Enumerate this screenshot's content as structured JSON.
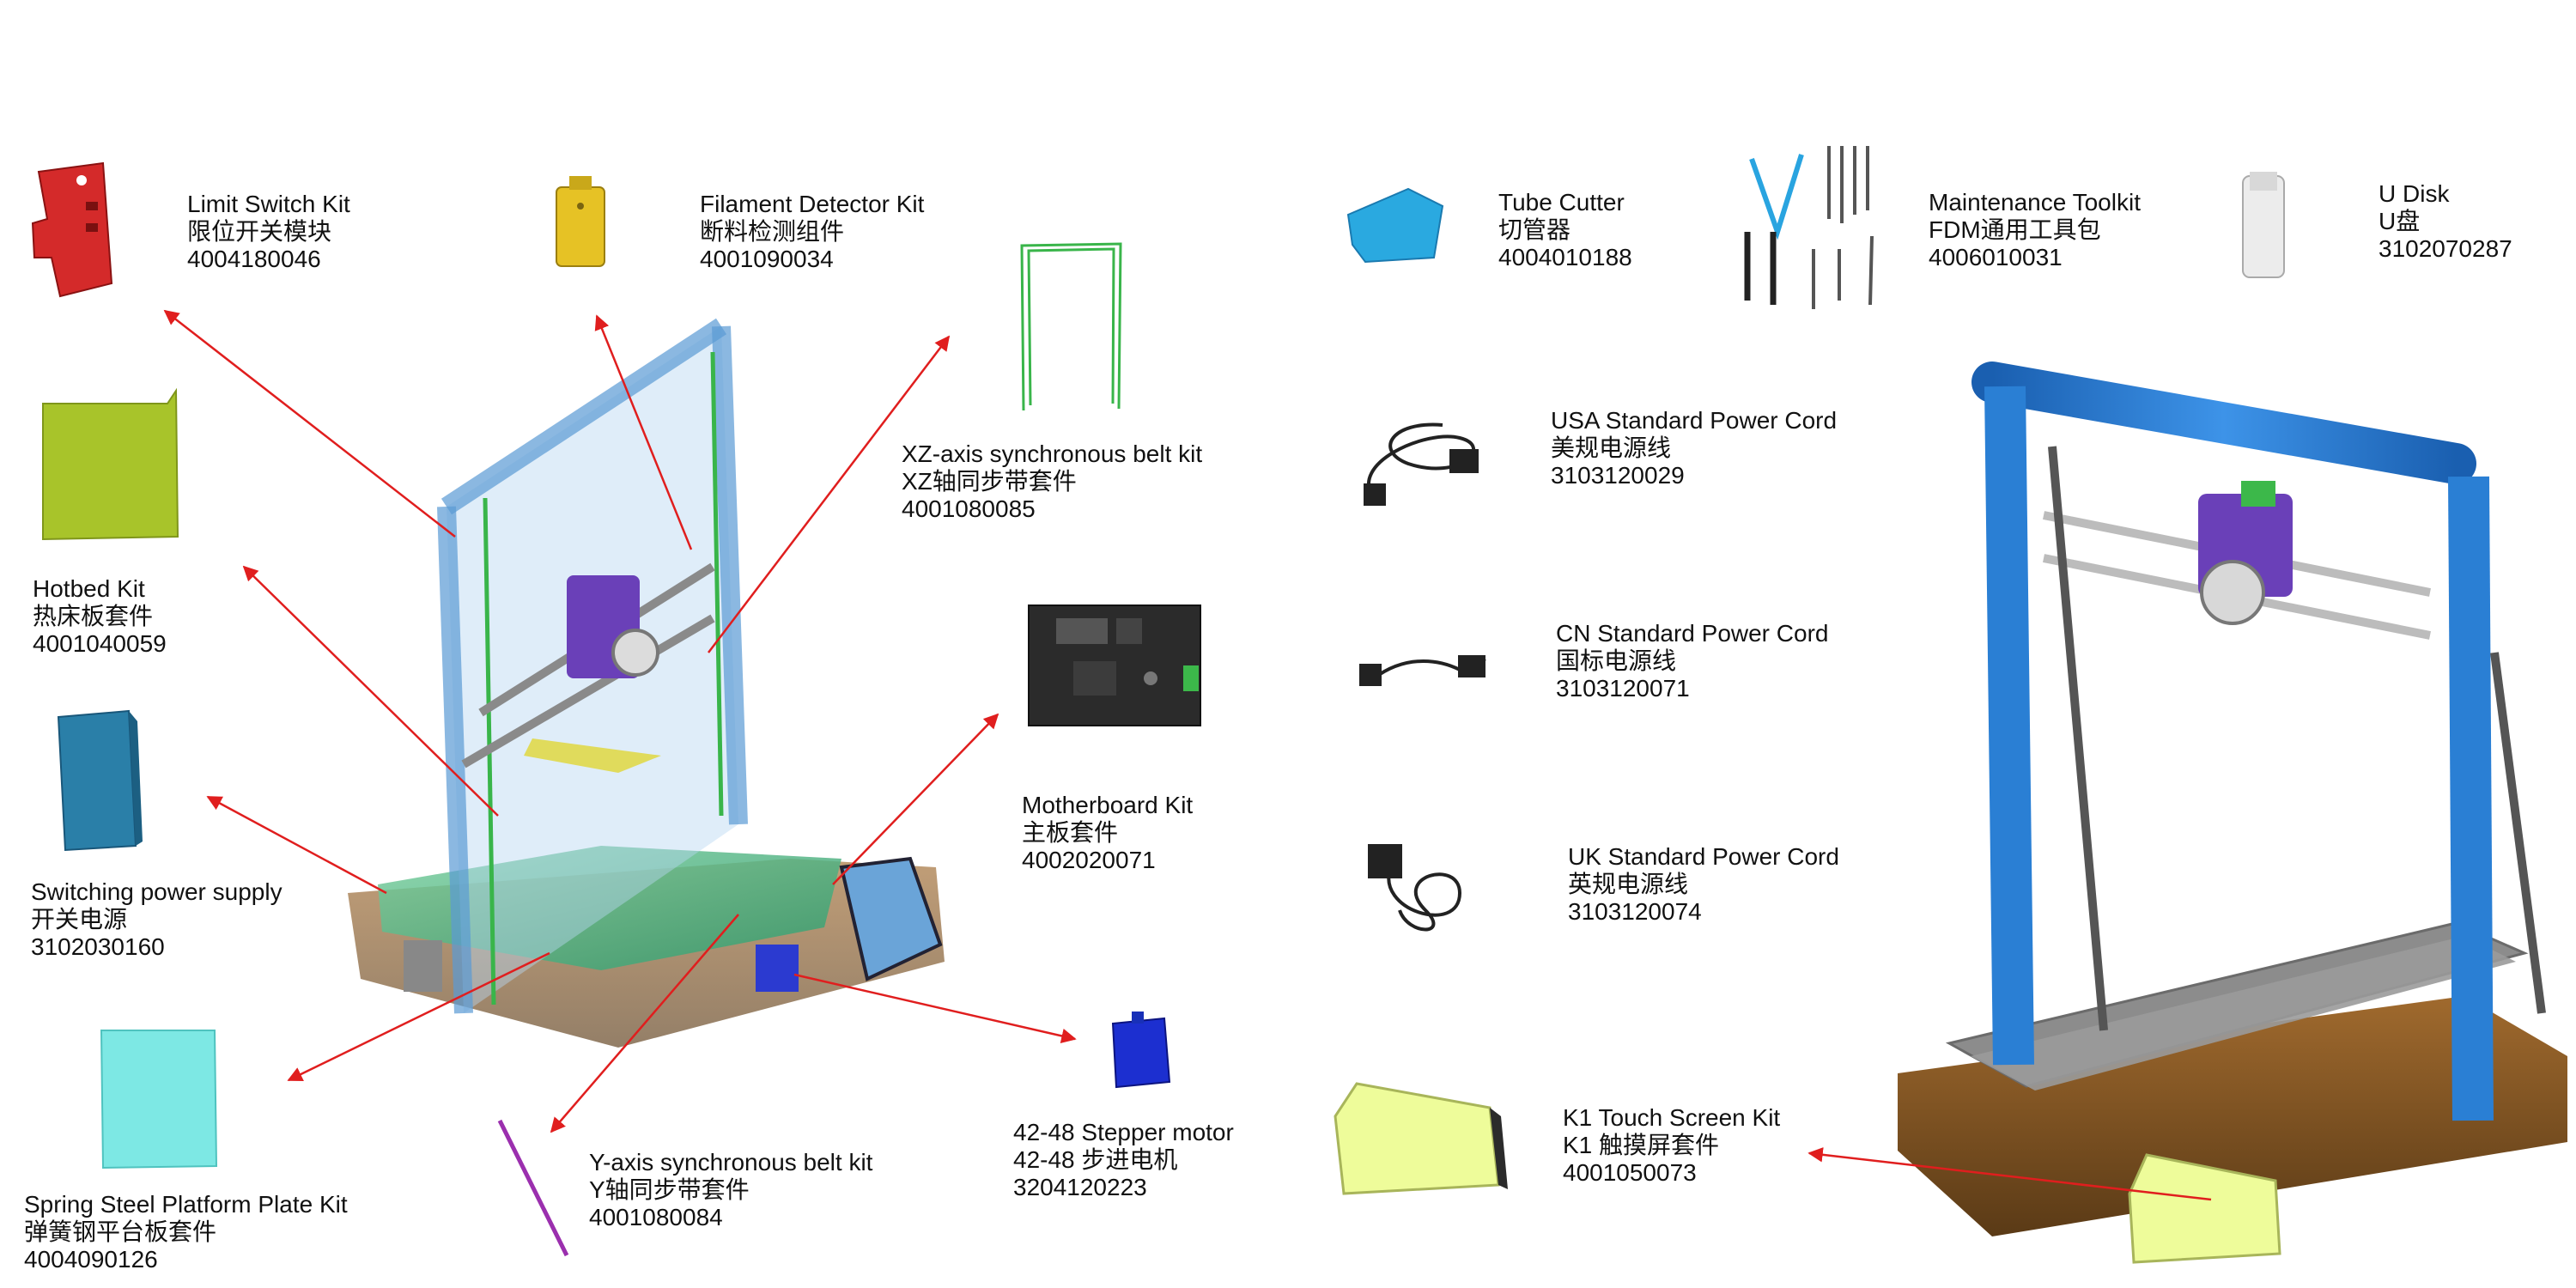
{
  "parts": [
    {
      "id": "limit-switch",
      "en": "Limit Switch Kit",
      "cn": "限位开关模块",
      "code": "4004180046",
      "color": "#d42a2a"
    },
    {
      "id": "filament-detector",
      "en": "Filament Detector Kit",
      "cn": "断料检测组件",
      "code": "4001090034",
      "color": "#e6c225"
    },
    {
      "id": "xz-belt",
      "en": "XZ-axis synchronous belt kit",
      "cn": "XZ轴同步带套件",
      "code": "4001080085",
      "color": "#39b54a"
    },
    {
      "id": "hotbed",
      "en": "Hotbed  Kit",
      "cn": "热床板套件",
      "code": "4001040059",
      "color": "#a8c42a"
    },
    {
      "id": "power-supply",
      "en": "Switching power supply",
      "cn": "开关电源",
      "code": "3102030160",
      "color": "#2a7fa8"
    },
    {
      "id": "motherboard",
      "en": "Motherboard Kit",
      "cn": "主板套件",
      "code": "4002020071",
      "color": "#2b2b2b"
    },
    {
      "id": "spring-plate",
      "en": "Spring Steel Platform Plate Kit",
      "cn": "弹簧钢平台板套件",
      "code": "4004090126",
      "color": "#7de8e4"
    },
    {
      "id": "y-belt",
      "en": "Y-axis synchronous belt kit",
      "cn": "Y轴同步带套件",
      "code": "4001080084",
      "color": "#9b2fae"
    },
    {
      "id": "stepper",
      "en": "42-48 Stepper motor",
      "cn": "42-48 步进电机",
      "code": "3204120223",
      "color": "#1c2fd0"
    },
    {
      "id": "tube-cutter",
      "en": "Tube Cutter",
      "cn": "切管器",
      "code": "4004010188",
      "color": "#2aa9e0"
    },
    {
      "id": "toolkit",
      "en": "Maintenance Toolkit",
      "cn": "FDM通用工具包",
      "code": "4006010031",
      "color": "#555555"
    },
    {
      "id": "u-disk",
      "en": "U Disk",
      "cn": "U盘",
      "code": "3102070287",
      "color": "#e8e8e8"
    },
    {
      "id": "usa-cord",
      "en": "USA Standard Power Cord",
      "cn": "美规电源线",
      "code": "3103120029",
      "color": "#222222"
    },
    {
      "id": "cn-cord",
      "en": "CN Standard Power Cord",
      "cn": "国标电源线",
      "code": "3103120071",
      "color": "#222222"
    },
    {
      "id": "uk-cord",
      "en": "UK Standard Power Cord",
      "cn": "英规电源线",
      "code": "3103120074",
      "color": "#222222"
    },
    {
      "id": "touch-screen",
      "en": "K1 Touch Screen Kit",
      "cn": "K1 触摸屏套件",
      "code": "4001050073",
      "color": "#eefc9a"
    }
  ],
  "colors": {
    "arrow": "#e01e1e",
    "frame_blue": "#2a7fd4",
    "text": "#111111"
  }
}
